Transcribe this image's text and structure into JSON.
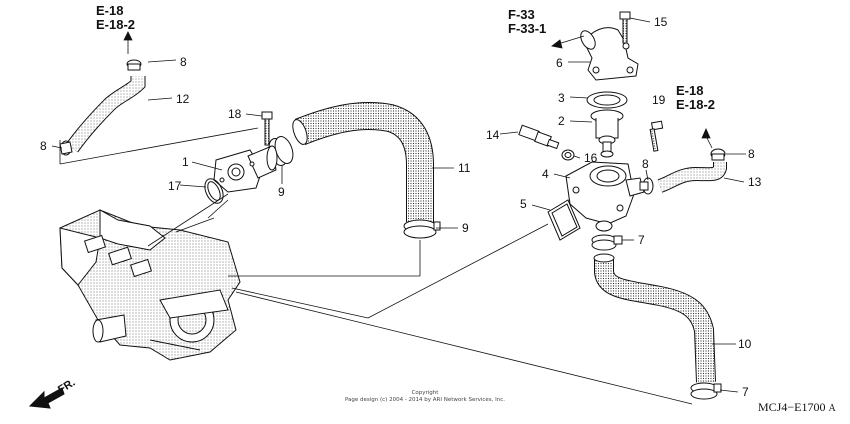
{
  "diagram": {
    "refs": {
      "top_left": [
        "E-18",
        "E-18-2"
      ],
      "top_center": [
        "F-33",
        "F-33-1"
      ],
      "right": [
        "E-18",
        "E-18-2"
      ]
    },
    "callouts": {
      "c1": "1",
      "c2": "2",
      "c3": "3",
      "c4": "4",
      "c5": "5",
      "c6": "6",
      "c7a": "7",
      "c7b": "7",
      "c8a": "8",
      "c8b": "8",
      "c8c": "8",
      "c8d": "8",
      "c9a": "9",
      "c9b": "9",
      "c10": "10",
      "c11": "11",
      "c12": "12",
      "c13": "13",
      "c14": "14",
      "c15": "15",
      "c16": "16",
      "c17": "17",
      "c18": "18",
      "c19": "19"
    },
    "front_indicator": "FR.",
    "code": "MCJ4−E1700",
    "code_suffix": "A",
    "copyright": [
      "Copyright",
      "Page design (c) 2004 - 2014 by ARI Network Services, Inc."
    ]
  }
}
